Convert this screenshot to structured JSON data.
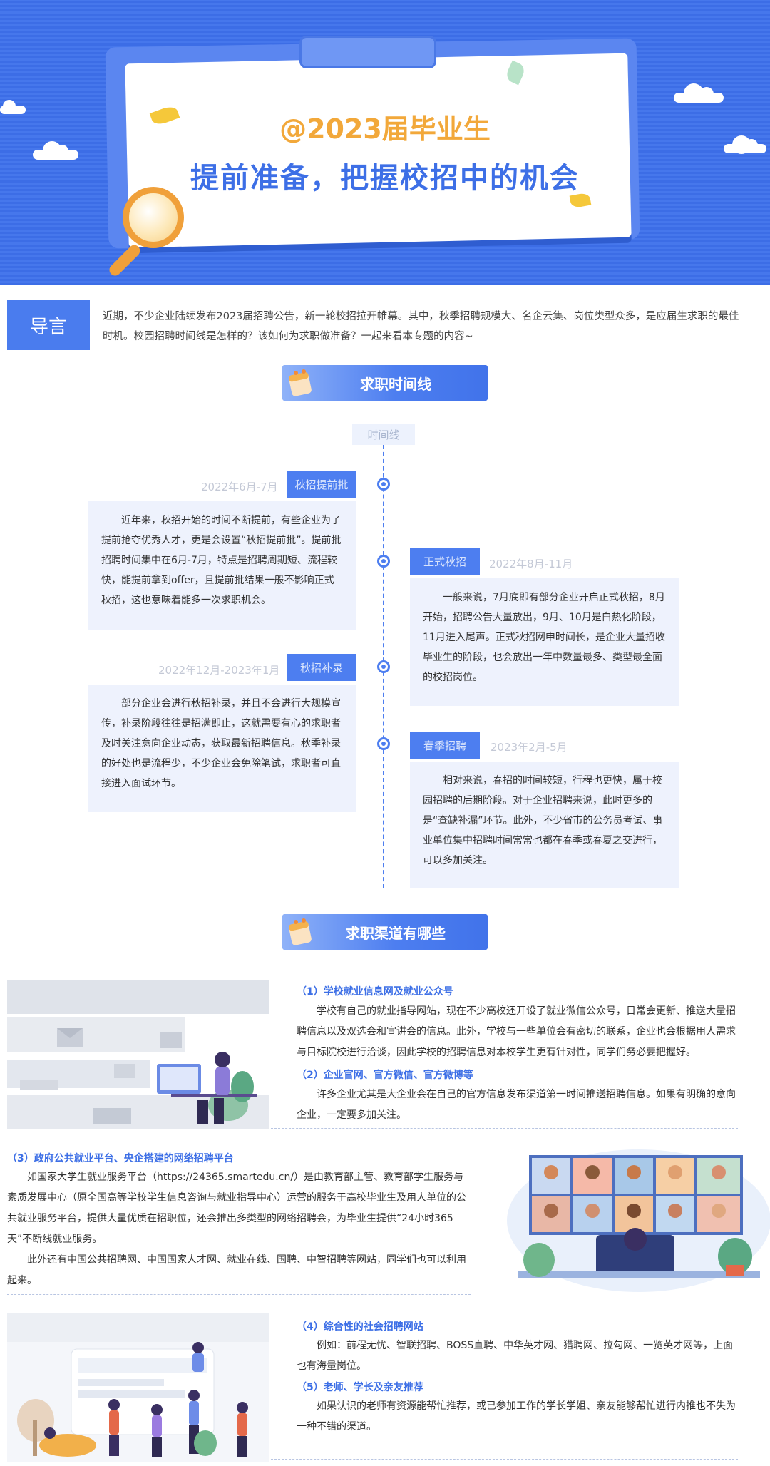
{
  "banner": {
    "line1": "@2023届毕业生",
    "line2": "提前准备，把握校招中的机会"
  },
  "intro": {
    "tag": "导言",
    "text": "近期，不少企业陆续发布2023届招聘公告，新一轮校招拉开帷幕。其中，秋季招聘规模大、名企云集、岗位类型众多，是应届生求职的最佳时机。校园招聘时间线是怎样的？该如何为求职做准备？一起来看本专题的内容~"
  },
  "section1": {
    "title": "求职时间线"
  },
  "timeline": {
    "label": "时间线",
    "items": [
      {
        "date": "2022年6月-7月",
        "tag": "秋招提前批",
        "text": "近年来，秋招开始的时间不断提前，有些企业为了提前抢夺优秀人才，更是会设置“秋招提前批”。提前批招聘时间集中在6月-7月，特点是招聘周期短、流程较快，能提前拿到offer，且提前批结果一般不影响正式秋招，这也意味着能多一次求职机会。"
      },
      {
        "date": "2022年8月-11月",
        "tag": "正式秋招",
        "text": "一般来说，7月底即有部分企业开启正式秋招，8月开始，招聘公告大量放出，9月、10月是白热化阶段，11月进入尾声。正式秋招网申时间长，是企业大量招收毕业生的阶段，也会放出一年中数量最多、类型最全面的校招岗位。"
      },
      {
        "date": "2022年12月-2023年1月",
        "tag": "秋招补录",
        "text": "部分企业会进行秋招补录，并且不会进行大规模宣传，补录阶段往往是招满即止，这就需要有心的求职者及时关注意向企业动态，获取最新招聘信息。秋季补录的好处也是流程少，不少企业会免除笔试，求职者可直接进入面试环节。"
      },
      {
        "date": "2023年2月-5月",
        "tag": "春季招聘",
        "text": "相对来说，春招的时间较短，行程也更快，属于校园招聘的后期阶段。对于企业招聘来说，此时更多的是“查缺补漏”环节。此外，不少省市的公务员考试、事业单位集中招聘时间常常也都在春季或春夏之交进行，可以多加关注。"
      }
    ]
  },
  "section2": {
    "title": "求职渠道有哪些"
  },
  "channels": [
    {
      "heading": "（1）学校就业信息网及就业公众号",
      "text": "学校有自己的就业指导网站，现在不少高校还开设了就业微信公众号，日常会更新、推送大量招聘信息以及双选会和宣讲会的信息。此外，学校与一些单位会有密切的联系，企业也会根据用人需求与目标院校进行洽谈，因此学校的招聘信息对本校学生更有针对性，同学们务必要把握好。"
    },
    {
      "heading": "（2）企业官网、官方微信、官方微博等",
      "text": "许多企业尤其是大企业会在自己的官方信息发布渠道第一时间推送招聘信息。如果有明确的意向企业，一定要多加关注。"
    },
    {
      "heading": "（3）政府公共就业平台、央企搭建的网络招聘平台",
      "text": "如国家大学生就业服务平台（https://24365.smartedu.cn/）是由教育部主管、教育部学生服务与素质发展中心（原全国高等学校学生信息咨询与就业指导中心）运营的服务于高校毕业生及用人单位的公共就业服务平台，提供大量优质在招职位，还会推出多类型的网络招聘会，为毕业生提供“24小时365天”不断线就业服务。",
      "text2": "此外还有中国公共招聘网、中国国家人才网、就业在线、国聘、中智招聘等网站，同学们也可以利用起来。"
    },
    {
      "heading": "（4）综合性的社会招聘网站",
      "text": "例如：前程无忧、智联招聘、BOSS直聘、中华英才网、猎聘网、拉勾网、一览英才网等，上面也有海量岗位。"
    },
    {
      "heading": "（5）老师、学长及亲友推荐",
      "text": "如果认识的老师有资源能帮忙推荐，或已参加工作的学长学姐、亲友能够帮忙进行内推也不失为一种不错的渠道。"
    }
  ],
  "colors": {
    "primary": "#4d7ef0",
    "banner_bg": "#3c6de6",
    "accent_orange": "#f2a83a",
    "card_bg": "#eef2fd"
  }
}
